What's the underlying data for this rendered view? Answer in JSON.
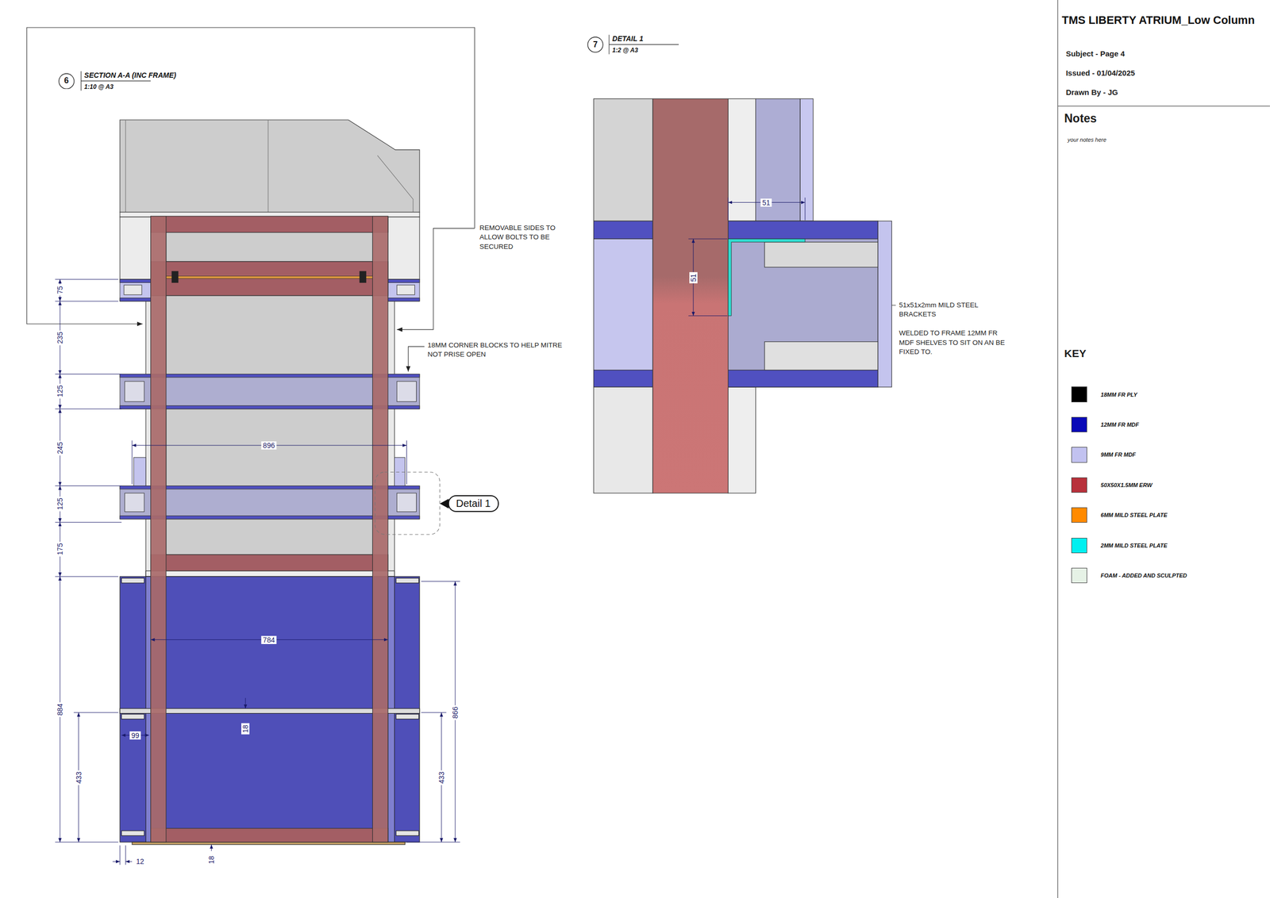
{
  "diagram": {
    "title": "TMS LIBERTY ATRIUM_Low Column",
    "nodes": [
      {
        "text": [
          "6",
          "SECTION A-A (INC FRAME)",
          "1:10 @ A3"
        ]
      },
      {
        "text": [
          "7",
          "DETAIL 1",
          "1:2 @ A3"
        ]
      },
      {
        "text": [
          "Detail 1"
        ]
      }
    ],
    "labels": [
      "REMOVABLE SIDES TO ALLOW BOLTS TO BE SECURED",
      "18MM CORNER BLOCKS TO HELP MITRE NOT PRISE OPEN",
      "75",
      "235",
      "125",
      "245",
      "125",
      "175",
      "884",
      "433",
      "896",
      "784",
      "99",
      "18",
      "12",
      "18",
      "866",
      "433",
      "51",
      "51",
      "51x51x2mm MILD STEEL BRACKETS",
      "WELDED TO FRAME 12MM FR MDF SHELVES TO SIT ON AN BE FIXED TO.",
      "Subject - Page 4",
      "Issued - 01/04/2025",
      "Drawn By - JG",
      "Notes",
      "your notes here",
      "KEY"
    ],
    "legend": [
      {
        "text": "18MM FR PLY",
        "color": "#000000"
      },
      {
        "text": "12MM FR MDF",
        "color": "#0a0ab8"
      },
      {
        "text": "9MM FR MDF",
        "color": "#c2c2f0"
      },
      {
        "text": "50X50X1.5MM ERW",
        "color": "#b8323c"
      },
      {
        "text": "6MM MILD STEEL PLATE",
        "color": "#ff8a00"
      },
      {
        "text": "2MM MILD STEEL PLATE",
        "color": "#00f0f0"
      },
      {
        "text": "FOAM - ADDED AND SCULPTED",
        "color": "#e6f2e6"
      }
    ]
  }
}
